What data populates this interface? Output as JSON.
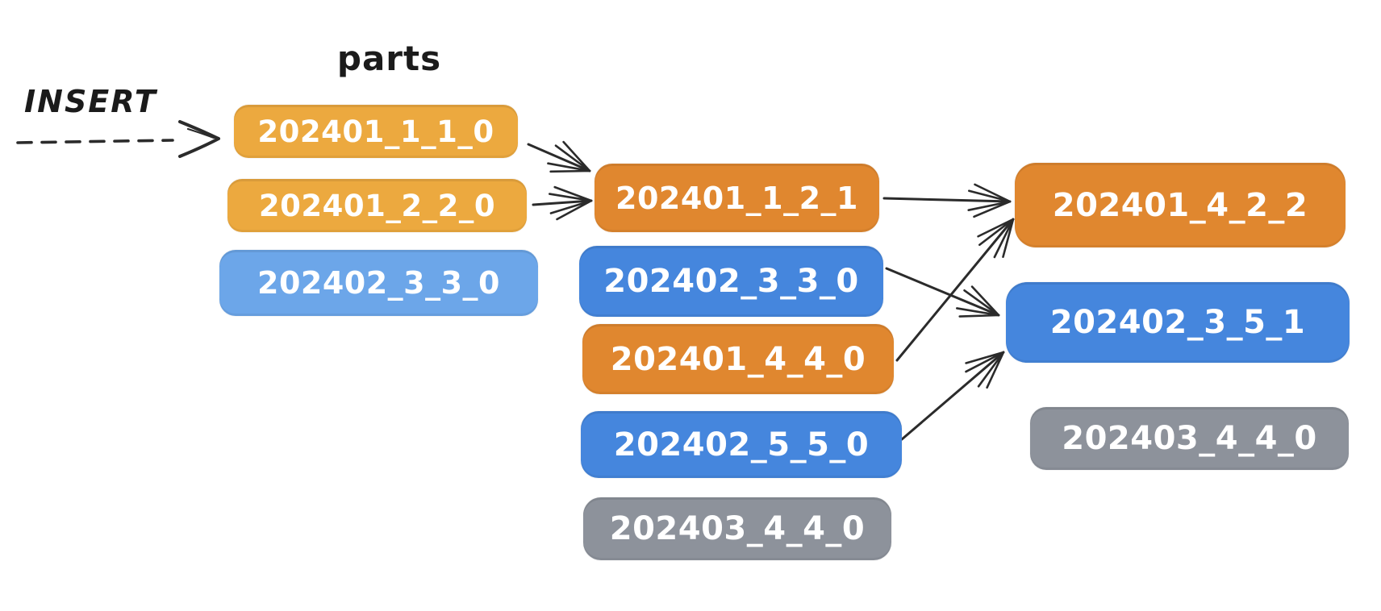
{
  "title": "parts",
  "insert_label": "INSERT",
  "colors": {
    "amber": "#ECA93F",
    "orange": "#E0872F",
    "light_blue": "#6CA6E9",
    "blue": "#4586DD",
    "gray": "#8D929B",
    "box_text": "#FFFFFF",
    "ink": "#2B2B2B"
  },
  "boxes": {
    "a1": {
      "label": "202401_1_1_0",
      "color": "amber"
    },
    "a2": {
      "label": "202401_2_2_0",
      "color": "amber"
    },
    "a3": {
      "label": "202402_3_3_0",
      "color": "light_blue"
    },
    "b1": {
      "label": "202401_1_2_1",
      "color": "orange"
    },
    "b2": {
      "label": "202402_3_3_0",
      "color": "blue"
    },
    "b3": {
      "label": "202401_4_4_0",
      "color": "orange"
    },
    "b4": {
      "label": "202402_5_5_0",
      "color": "blue"
    },
    "b5": {
      "label": "202403_4_4_0",
      "color": "gray"
    },
    "c1": {
      "label": "202401_4_2_2",
      "color": "orange"
    },
    "c2": {
      "label": "202402_3_5_1",
      "color": "blue"
    },
    "c3": {
      "label": "202403_4_4_0",
      "color": "gray"
    }
  },
  "arrows": [
    {
      "name": "insert-to-202401_1_1_0",
      "style": "dashed",
      "from": "INSERT",
      "to": "202401_1_1_0"
    },
    {
      "name": "202401_1_1_0-to-202401_1_2_1",
      "style": "solid",
      "from": "202401_1_1_0",
      "to": "202401_1_2_1"
    },
    {
      "name": "202401_2_2_0-to-202401_1_2_1",
      "style": "solid",
      "from": "202401_2_2_0",
      "to": "202401_1_2_1"
    },
    {
      "name": "202401_1_2_1-to-202401_4_2_2",
      "style": "solid",
      "from": "202401_1_2_1",
      "to": "202401_4_2_2"
    },
    {
      "name": "202401_4_4_0-to-202401_4_2_2",
      "style": "solid",
      "from": "202401_4_4_0",
      "to": "202401_4_2_2"
    },
    {
      "name": "202402_3_3_0-to-202402_3_5_1",
      "style": "solid",
      "from": "202402_3_3_0",
      "to": "202402_3_5_1"
    },
    {
      "name": "202402_5_5_0-to-202402_3_5_1",
      "style": "solid",
      "from": "202402_5_5_0",
      "to": "202402_3_5_1"
    }
  ]
}
